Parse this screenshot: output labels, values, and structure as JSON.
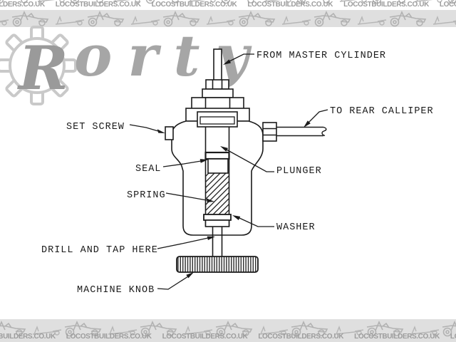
{
  "watermark_banner": {
    "site_text": "LOCOSTBUILDERS.CO.UK"
  },
  "brand_watermark": {
    "initial": "R",
    "rest": "orty"
  },
  "diagram": {
    "subject": "brake bias valve cross-section",
    "labels": [
      {
        "id": "from-master-cylinder",
        "text": "FROM MASTER CYLINDER"
      },
      {
        "id": "to-rear-calliper",
        "text": "TO REAR CALLIPER"
      },
      {
        "id": "set-screw",
        "text": "SET SCREW"
      },
      {
        "id": "seal",
        "text": "SEAL"
      },
      {
        "id": "plunger",
        "text": "PLUNGER"
      },
      {
        "id": "spring",
        "text": "SPRING"
      },
      {
        "id": "washer",
        "text": "WASHER"
      },
      {
        "id": "drill-and-tap-here",
        "text": "DRILL AND TAP HERE"
      },
      {
        "id": "machine-knob",
        "text": "MACHINE KNOB"
      }
    ],
    "colors": {
      "line": "#1b1b1b",
      "banner_background": "#dfdfdf",
      "banner_text": "#9c9c9c",
      "watermark_letters": "#a6a6a6",
      "watermark_gear": "#c9c9c9"
    }
  }
}
